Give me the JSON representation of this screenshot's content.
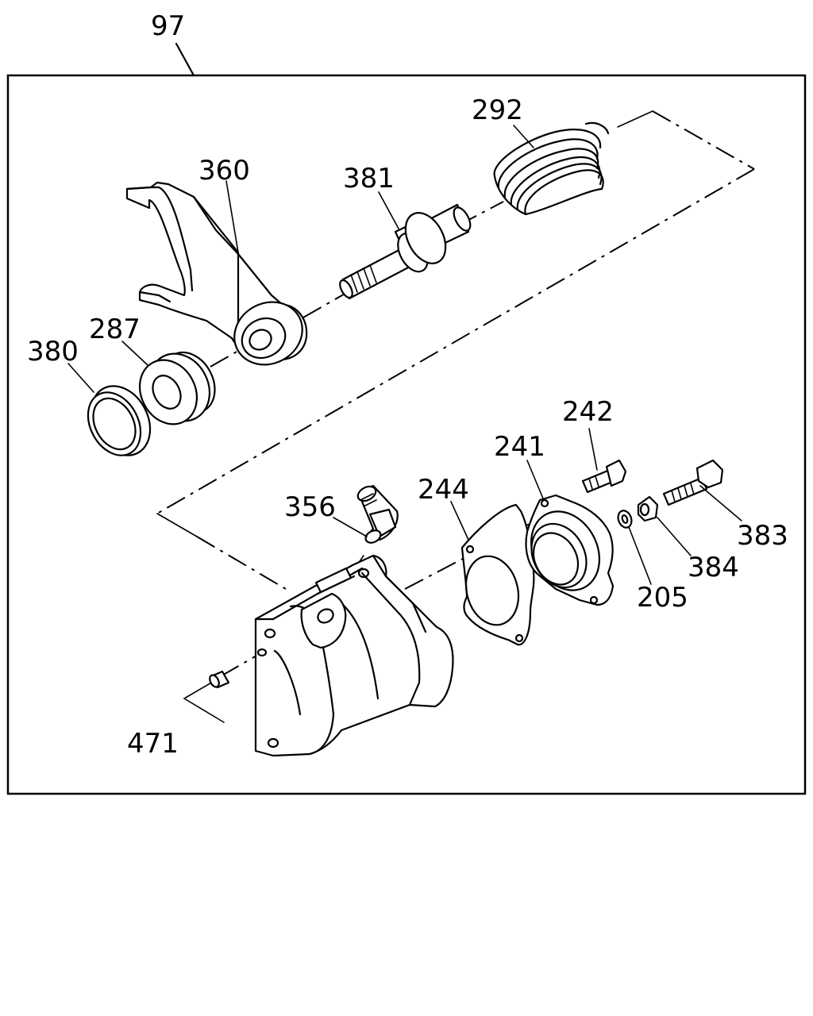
{
  "callouts": {
    "assembly": "97",
    "spring": "292",
    "shift_fork": "360",
    "shift_rod": "381",
    "bushing": "287",
    "seal_ring": "380",
    "union_fitting": "356",
    "gasket": "244",
    "cover": "241",
    "bolt_short": "242",
    "bolt_long": "383",
    "nut": "384",
    "washer": "205",
    "plug": "471"
  }
}
